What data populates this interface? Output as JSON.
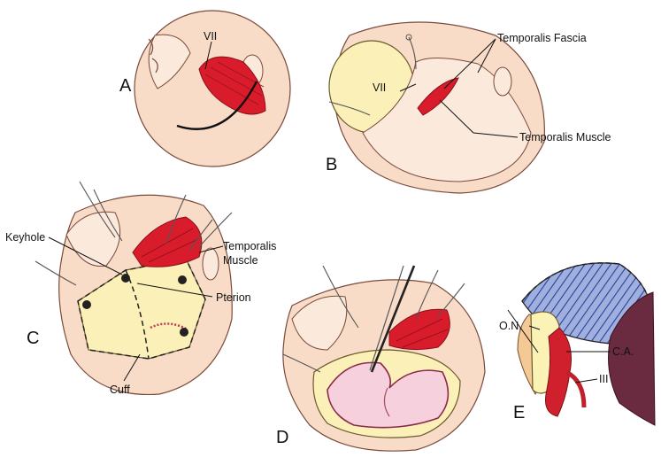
{
  "panels": {
    "a": {
      "letter": "A",
      "labels": {
        "nerve": "VII"
      }
    },
    "b": {
      "letter": "B",
      "labels": {
        "nerve": "VII",
        "fascia": "Temporalis Fascia",
        "muscle": "Temporalis Muscle"
      }
    },
    "c": {
      "letter": "C",
      "labels": {
        "keyhole": "Keyhole",
        "muscle_line1": "Temporalis",
        "muscle_line2": "Muscle",
        "pterion": "Pterion",
        "cuff": "Cuff"
      }
    },
    "d": {
      "letter": "D"
    },
    "e": {
      "letter": "E",
      "labels": {
        "optic_nerve": "O.N.",
        "carotid_artery": "C.A.",
        "oculomotor": "III"
      }
    }
  },
  "colors": {
    "skin": "#f8dcc8",
    "bone": "#fbf0b8",
    "muscle": "#d81c2c",
    "brain": "#f6d0dc",
    "hatch": "#2a3f9a"
  }
}
